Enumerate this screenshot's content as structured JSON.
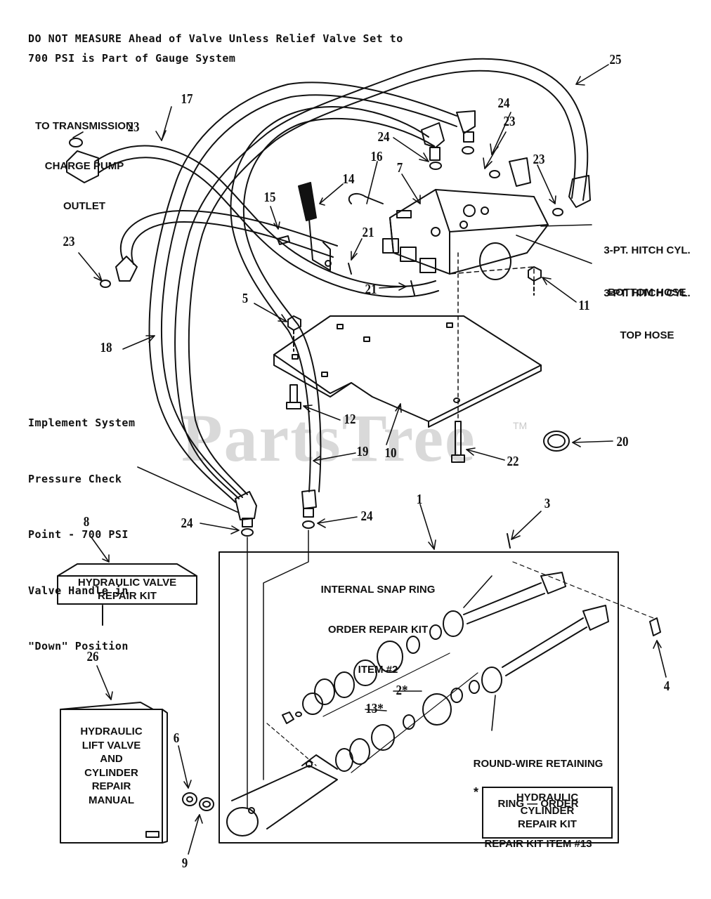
{
  "notes": {
    "top_warning_line1": "DO NOT MEASURE Ahead of Valve Unless Relief Valve Set to",
    "top_warning_line2": "700 PSI is Part of Gauge System",
    "pressure_check": [
      "Implement System",
      "Pressure Check",
      "Point - 700 PSI",
      "Valve Handle in",
      "\"Down\" Position"
    ]
  },
  "labels": {
    "transmission": [
      "TO TRANSMISSION",
      "CHARGE PUMP",
      "OUTLET"
    ],
    "hitch_bottom": [
      "3-PT. HITCH CYL.",
      "BOTTOM HOSE"
    ],
    "hitch_top": [
      "3-PT. HITCH CYL.",
      "TOP HOSE"
    ],
    "snap_ring": [
      "INTERNAL SNAP RING",
      "ORDER REPAIR KIT",
      "ITEM #2"
    ],
    "round_wire": [
      "ROUND-WIRE RETAINING",
      "RING — ORDER",
      "REPAIR KIT ITEM #13"
    ],
    "valve_kit": [
      "HYDRAULIC VALVE",
      "REPAIR KIT"
    ],
    "manual": [
      "HYDRAULIC",
      "LIFT VALVE",
      "AND",
      "CYLINDER",
      "REPAIR",
      "MANUAL"
    ],
    "cyl_kit_star": "*",
    "cyl_kit": [
      "HYDRAULIC",
      "CYLINDER",
      "REPAIR KIT"
    ]
  },
  "callouts": {
    "c1": "1",
    "c2": "2*",
    "c3": "3",
    "c4": "4",
    "c5": "5",
    "c6": "6",
    "c7": "7",
    "c8": "8",
    "c9": "9",
    "c10": "10",
    "c11": "11",
    "c12": "12",
    "c13": "13*",
    "c14": "14",
    "c15": "15",
    "c16": "16",
    "c17": "17",
    "c18": "18",
    "c19": "19",
    "c20": "20",
    "c21a": "21",
    "c21b": "21",
    "c22": "22",
    "c23a": "23",
    "c23b": "23",
    "c23c": "23",
    "c23d": "23",
    "c24a": "24",
    "c24b": "24",
    "c24c": "24",
    "c24d": "24",
    "c25": "25",
    "c26": "26"
  },
  "watermark": {
    "text": "PartsTree",
    "tm": "TM"
  }
}
